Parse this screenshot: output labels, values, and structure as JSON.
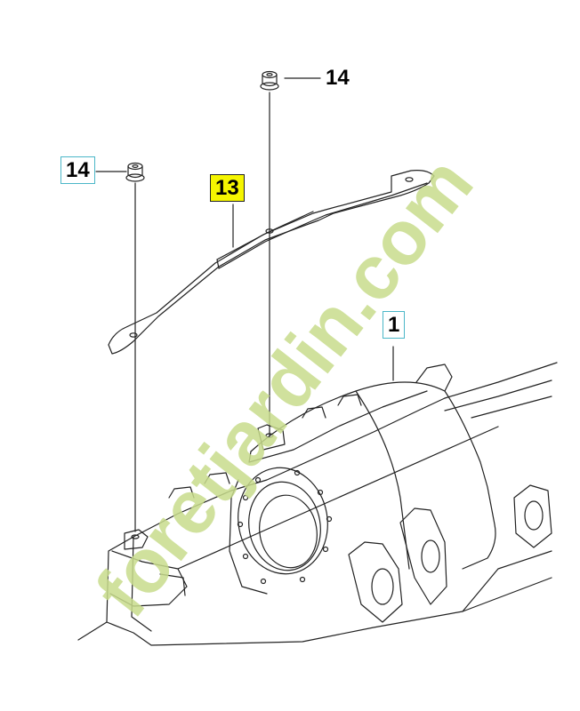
{
  "callouts": {
    "nut_top": "14",
    "nut_left": "14",
    "bracket": "13",
    "housing": "1"
  },
  "watermark": {
    "text": "foretjardin.com",
    "color": "#c8dc8c"
  },
  "colors": {
    "line": "#222222",
    "callout_border": "#4bb7c8",
    "highlight": "#f5f500"
  }
}
